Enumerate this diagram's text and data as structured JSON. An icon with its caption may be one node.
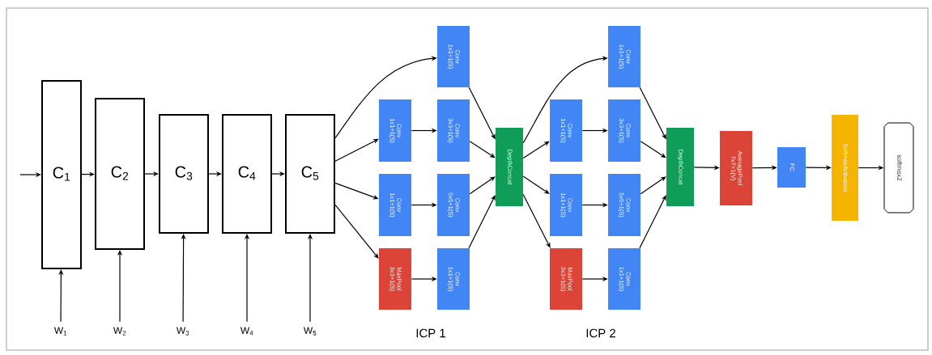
{
  "diagram": {
    "nodes": [
      {
        "text": [
          "C$_{1}$"
        ]
      },
      {
        "text": [
          "C$_{2}$"
        ]
      },
      {
        "text": [
          "C$_{3}$"
        ]
      },
      {
        "text": [
          "C$_{4}$"
        ]
      },
      {
        "text": [
          "C$_{5}$"
        ]
      },
      {
        "text": [
          "W$_{1}$"
        ]
      },
      {
        "text": [
          "W$_{2}$"
        ]
      },
      {
        "text": [
          "W$_{3}$"
        ]
      },
      {
        "text": [
          "W$_{4}$"
        ]
      },
      {
        "text": [
          "W$_{5}$"
        ]
      },
      {
        "text": [
          "Conv",
          "1x1+1(S)"
        ]
      },
      {
        "text": [
          "Conv",
          "1x1+1(S)"
        ]
      },
      {
        "text": [
          "Conv",
          "3x3+1(S)"
        ]
      },
      {
        "text": [
          "Conv",
          "1x1+1(S)"
        ]
      },
      {
        "text": [
          "Conv",
          "5x5+1(S)"
        ]
      },
      {
        "text": [
          "MaxPool",
          "3x3+1(S)"
        ]
      },
      {
        "text": [
          "Conv",
          "1x1+1(S)"
        ]
      },
      {
        "text": [
          "DepthConcat"
        ]
      },
      {
        "text": [
          "Conv",
          "1x1+1(S)"
        ]
      },
      {
        "text": [
          "Conv",
          "1x1+1(S)"
        ]
      },
      {
        "text": [
          "Conv",
          "3x3+1(S)"
        ]
      },
      {
        "text": [
          "Conv",
          "1x1+1(S)"
        ]
      },
      {
        "text": [
          "Conv",
          "5x5+1(S)"
        ]
      },
      {
        "text": [
          "MaxPool",
          "3x3+1(S)"
        ]
      },
      {
        "text": [
          "Conv",
          "1x1+1(S)"
        ]
      },
      {
        "text": [
          "DepthConcat"
        ]
      },
      {
        "text": [
          "AveragePool",
          "7x7+1(V)"
        ]
      },
      {
        "text": [
          "FC"
        ]
      },
      {
        "text": [
          "SoftmaxActivation"
        ]
      },
      {
        "text": [
          "softmax2"
        ]
      }
    ],
    "edges": [
      {
        "from": null,
        "to": 0,
        "arrow": "to"
      },
      {
        "from": 0,
        "to": 1,
        "arrow": "to"
      },
      {
        "from": 1,
        "to": 2,
        "arrow": "to"
      },
      {
        "from": 2,
        "to": 3,
        "arrow": "to"
      },
      {
        "from": 3,
        "to": 4,
        "arrow": "to"
      },
      {
        "from": 5,
        "to": 0,
        "arrow": "to"
      },
      {
        "from": 6,
        "to": 1,
        "arrow": "to"
      },
      {
        "from": 7,
        "to": 2,
        "arrow": "to"
      },
      {
        "from": 8,
        "to": 3,
        "arrow": "to"
      },
      {
        "from": 9,
        "to": 4,
        "arrow": "to"
      },
      {
        "from": 4,
        "to": 10,
        "arrow": "to"
      },
      {
        "from": 4,
        "to": 11,
        "arrow": "to"
      },
      {
        "from": 4,
        "to": 13,
        "arrow": "to"
      },
      {
        "from": 4,
        "to": 15,
        "arrow": "to"
      },
      {
        "from": 11,
        "to": 12,
        "arrow": "to"
      },
      {
        "from": 13,
        "to": 14,
        "arrow": "to"
      },
      {
        "from": 15,
        "to": 16,
        "arrow": "to"
      },
      {
        "from": 10,
        "to": 17,
        "arrow": "to"
      },
      {
        "from": 12,
        "to": 17,
        "arrow": "to"
      },
      {
        "from": 14,
        "to": 17,
        "arrow": "to"
      },
      {
        "from": 16,
        "to": 17,
        "arrow": "to"
      },
      {
        "from": 17,
        "to": 18,
        "arrow": "to"
      },
      {
        "from": 17,
        "to": 19,
        "arrow": "to"
      },
      {
        "from": 17,
        "to": 21,
        "arrow": "to"
      },
      {
        "from": 17,
        "to": 23,
        "arrow": "to"
      },
      {
        "from": 19,
        "to": 20,
        "arrow": "to"
      },
      {
        "from": 21,
        "to": 22,
        "arrow": "to"
      },
      {
        "from": 23,
        "to": 24,
        "arrow": "to"
      },
      {
        "from": 18,
        "to": 25,
        "arrow": "to"
      },
      {
        "from": 20,
        "to": 25,
        "arrow": "to"
      },
      {
        "from": 22,
        "to": 25,
        "arrow": "to"
      },
      {
        "from": 24,
        "to": 25,
        "arrow": "to"
      },
      {
        "from": 25,
        "to": 26,
        "arrow": "to"
      },
      {
        "from": 26,
        "to": 27,
        "arrow": "to"
      },
      {
        "from": 27,
        "to": 28,
        "arrow": "to"
      },
      {
        "from": 28,
        "to": 29,
        "arrow": "to"
      }
    ],
    "labels": [
      "ICP 1",
      "ICP 2"
    ]
  }
}
